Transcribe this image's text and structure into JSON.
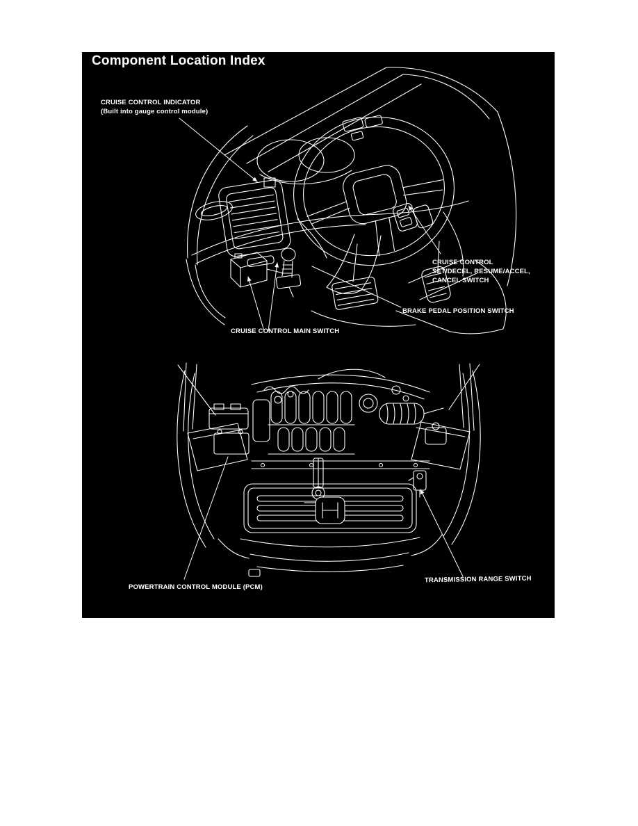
{
  "title": "Component Location Index",
  "colors": {
    "page_bg": "#ffffff",
    "panel_bg": "#000000",
    "ink": "#ffffff"
  },
  "labels": {
    "cruise_control_indicator": {
      "line1": "CRUISE CONTROL INDICATOR",
      "line2": "(Built into gauge control module)"
    },
    "cruise_control_set_switch": {
      "line1": "CRUISE CONTROL",
      "line2": "SET/DECEL, RESUME/ACCEL,",
      "line3": "CANCEL SWITCH"
    },
    "brake_pedal_position_switch": {
      "line1": "BRAKE PEDAL POSITION SWITCH"
    },
    "cruise_control_main_switch": {
      "line1": "CRUISE CONTROL MAIN SWITCH"
    },
    "powertrain_control_module": {
      "line1": "POWERTRAIN CONTROL MODULE (PCM)"
    },
    "transmission_range_switch": {
      "line1": "TRANSMISSION RANGE SWITCH"
    }
  }
}
